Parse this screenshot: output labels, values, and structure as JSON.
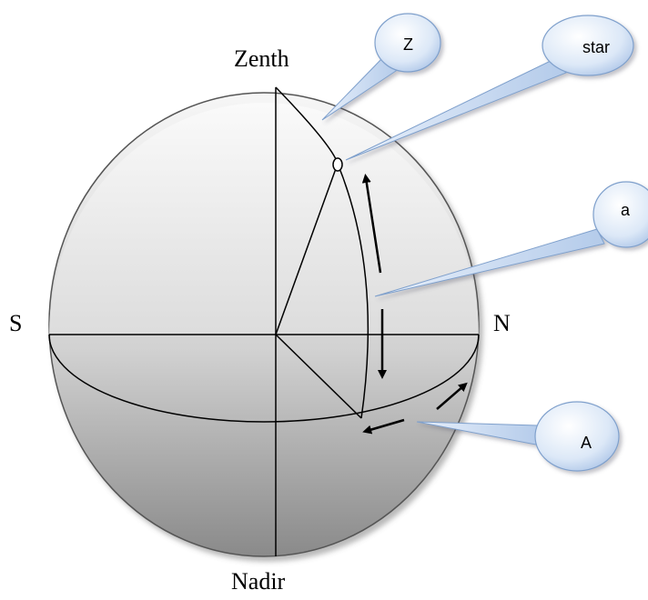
{
  "labels": {
    "zenith": "Zenth",
    "nadir": "Nadir",
    "south": "S",
    "north": "N"
  },
  "callouts": {
    "zenith_distance": "Z",
    "star": "star",
    "altitude": "a",
    "azimuth": "A"
  },
  "colors": {
    "sphere_light": "#f4f4f4",
    "sphere_dark": "#8c8c8c",
    "callout_light": "#f3f7fd",
    "callout_dark": "#a9c3e6",
    "callout_stroke": "#7fa0cc",
    "line": "#000000"
  }
}
